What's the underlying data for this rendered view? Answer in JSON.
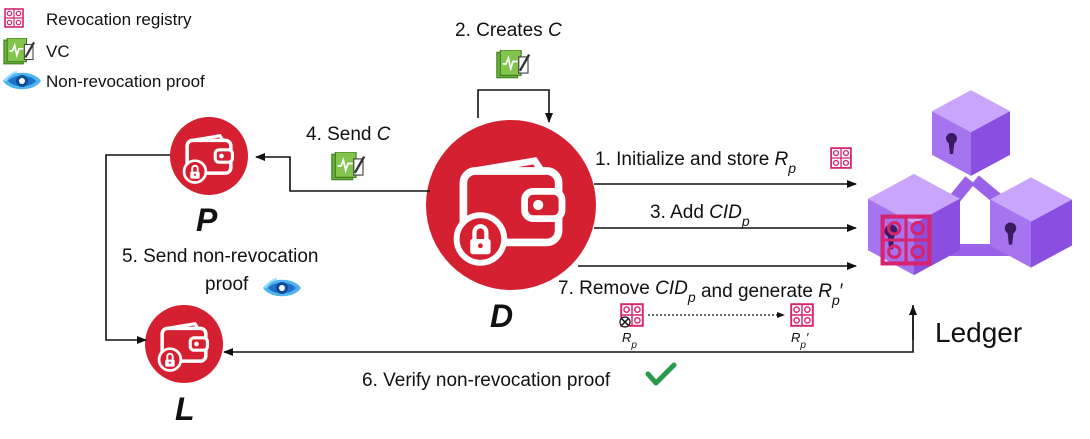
{
  "legend": {
    "registry": "Revocation registry",
    "vc": "VC",
    "proof": "Non-revocation proof"
  },
  "actors": {
    "p": "P",
    "d": "D",
    "l": "L",
    "ledger": "Ledger"
  },
  "steps": {
    "s2": {
      "text": "2. Creates ",
      "var": "C"
    },
    "s4": {
      "text": "4. Send ",
      "var": "C"
    },
    "s5a": "5. Send non-revocation",
    "s5b": "proof",
    "s1": {
      "text": "1. Initialize and store ",
      "var": "R",
      "sub": "p"
    },
    "s3": {
      "text": "3. Add ",
      "var": "CID",
      "sub": "p"
    },
    "s7": {
      "text": "7. Remove ",
      "var": "CID",
      "sub": "p",
      "mid": " and generate ",
      "var2": "R",
      "sub2": "p",
      "suffix": "′"
    },
    "s6": "6. Verify non-revocation proof"
  },
  "registry_labels": {
    "old": {
      "var": "R",
      "sub": "p"
    },
    "new": {
      "var": "R",
      "sub": "p",
      "suffix": "′"
    }
  },
  "colors": {
    "wallet_red": "#d42030",
    "registry_pink": "#d6246e",
    "ledger_purple": "#9a62e8",
    "vc_green": "#5aa030",
    "check_green": "#2a9a4a",
    "proof_blue": "#2a90e0"
  }
}
